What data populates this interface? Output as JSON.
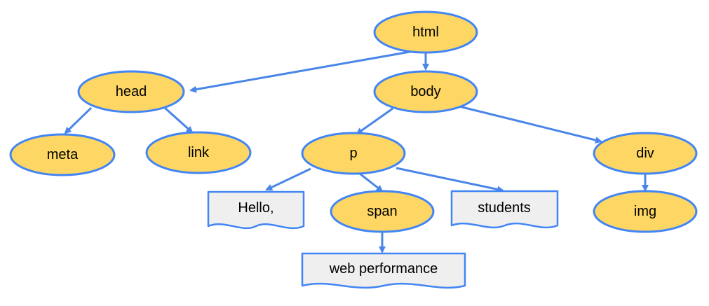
{
  "colors": {
    "element_fill": "#fdd663",
    "text_node_fill": "#efefef",
    "outline": "#4285f4",
    "edge": "#4a86e8",
    "label": "#000000"
  },
  "nodes": {
    "html": "html",
    "head": "head",
    "body": "body",
    "meta": "meta",
    "link": "link",
    "p": "p",
    "div": "div",
    "span": "span",
    "img": "img",
    "hello": "Hello,",
    "students": "students",
    "web_performance": "web performance"
  },
  "edges": [
    [
      "html",
      "head"
    ],
    [
      "html",
      "body"
    ],
    [
      "head",
      "meta"
    ],
    [
      "head",
      "link"
    ],
    [
      "body",
      "p"
    ],
    [
      "body",
      "div"
    ],
    [
      "p",
      "hello"
    ],
    [
      "p",
      "span"
    ],
    [
      "p",
      "students"
    ],
    [
      "span",
      "web_performance"
    ],
    [
      "div",
      "img"
    ]
  ]
}
